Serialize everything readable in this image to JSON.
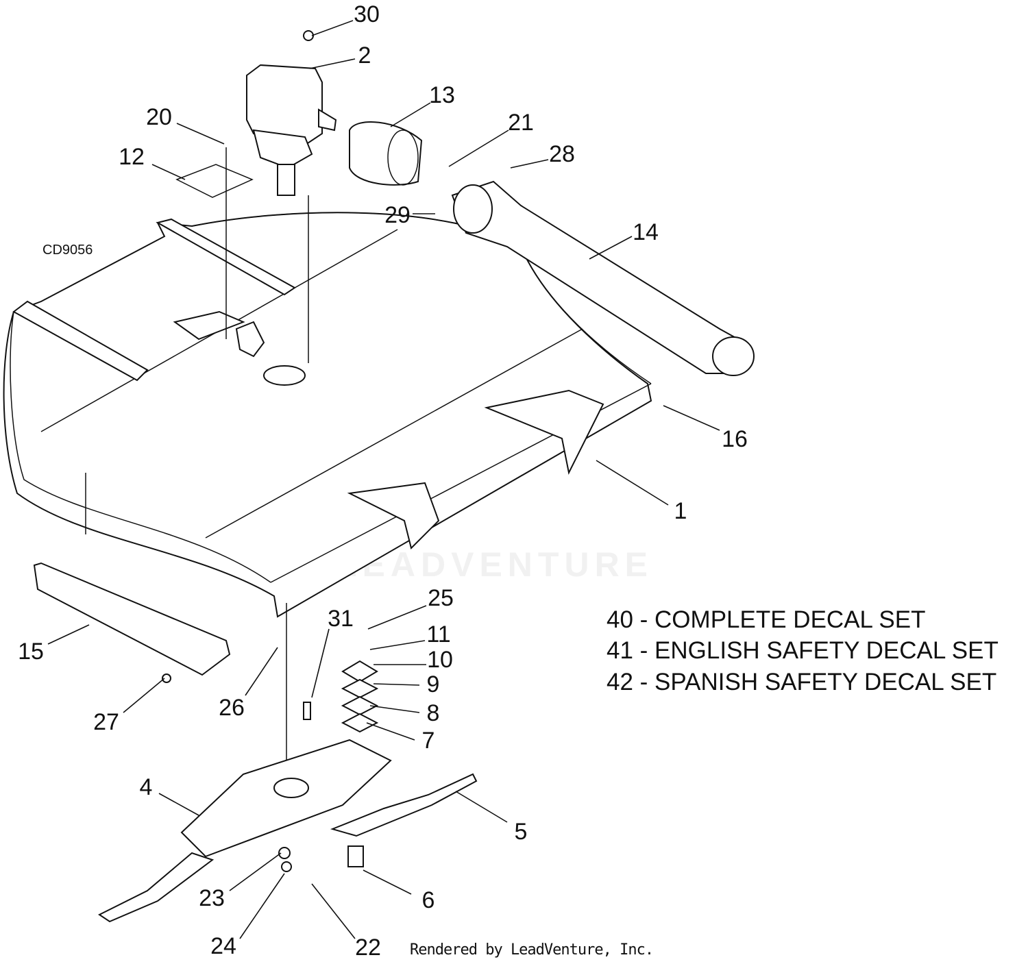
{
  "drawing_code": "CD9056",
  "callouts": [
    "30",
    "2",
    "13",
    "21",
    "28",
    "20",
    "12",
    "29",
    "14",
    "16",
    "1",
    "25",
    "31",
    "11",
    "10",
    "9",
    "8",
    "7",
    "15",
    "26",
    "27",
    "4",
    "5",
    "23",
    "6",
    "24",
    "22"
  ],
  "decal_notes": [
    "40 - COMPLETE DECAL SET",
    "41 - ENGLISH SAFETY DECAL SET",
    "42 - SPANISH SAFETY DECAL SET"
  ],
  "watermark": "LEADVENTURE",
  "footer": "Rendered by LeadVenture, Inc."
}
